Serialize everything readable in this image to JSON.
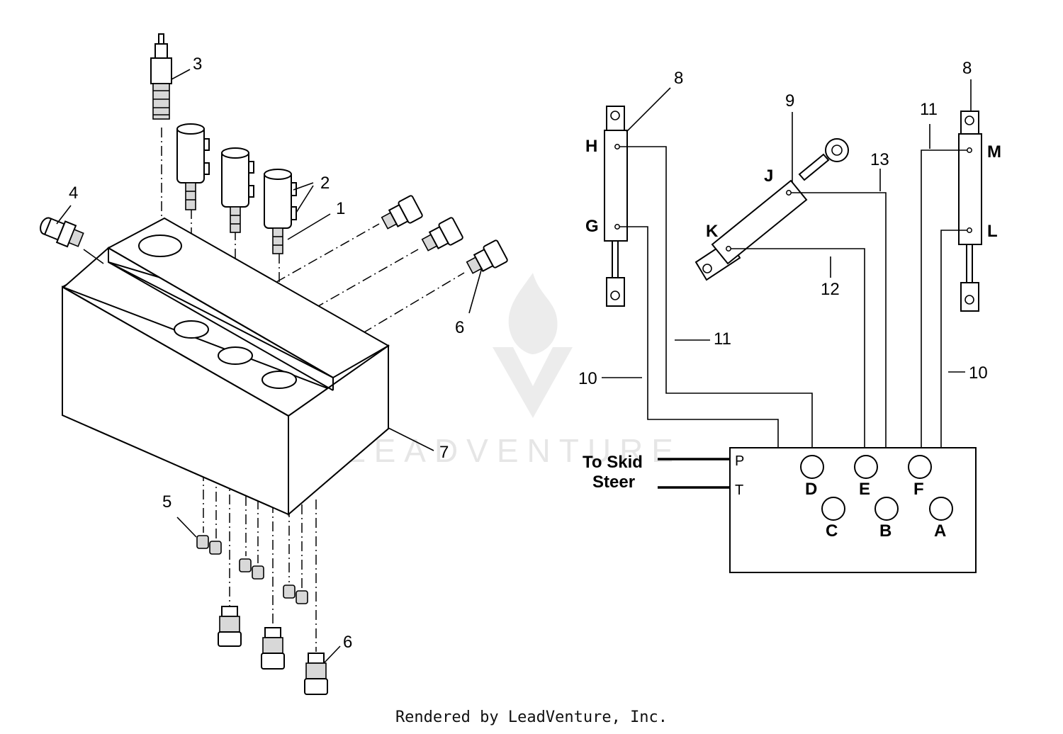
{
  "watermark": "LEADVENTURE",
  "footer": "Rendered by LeadVenture, Inc.",
  "callouts": {
    "c1": "1",
    "c2": "2",
    "c3": "3",
    "c4": "4",
    "c5": "5",
    "c6a": "6",
    "c6b": "6",
    "c7": "7",
    "c8a": "8",
    "c8b": "8",
    "c9": "9",
    "c10a": "10",
    "c10b": "10",
    "c11a": "11",
    "c11b": "11",
    "c12": "12",
    "c13": "13"
  },
  "cylinder_ports": {
    "h": "H",
    "g": "G",
    "j": "J",
    "k": "K",
    "m": "M",
    "l": "L"
  },
  "valve": {
    "pressure": "P",
    "tank": "T",
    "port_d": "D",
    "port_e": "E",
    "port_f": "F",
    "port_c": "C",
    "port_b": "B",
    "port_a": "A"
  },
  "skid_label": {
    "line1": "To Skid",
    "line2": "Steer"
  }
}
